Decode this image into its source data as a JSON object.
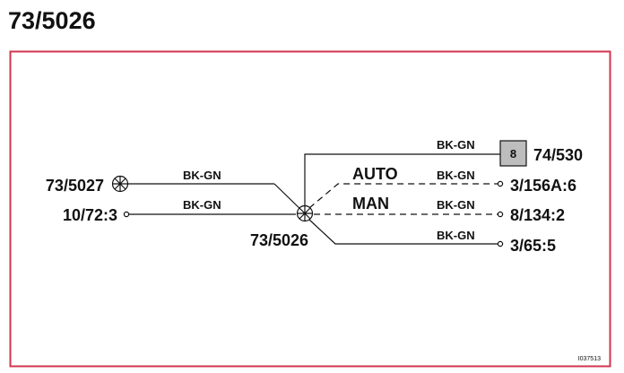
{
  "page": {
    "title": "73/5026"
  },
  "diagram": {
    "frame_color": "#d2344e",
    "line_color": "#111111",
    "connector_fill": "#bdbdbd",
    "left": {
      "ground_label": "73/5027",
      "terminal_label": "10/72:3"
    },
    "center": {
      "splice_label": "73/5026"
    },
    "wires": {
      "top_left": "BK-GN",
      "bottom_left": "BK-GN",
      "right_1": "BK-GN",
      "right_2": "BK-GN",
      "right_3": "BK-GN",
      "right_4": "BK-GN"
    },
    "modes": {
      "auto": "AUTO",
      "man": "MAN"
    },
    "right": {
      "connector_pin": "8",
      "connector_label": "74/530",
      "terminal_1": "3/156A:6",
      "terminal_2": "8/134:2",
      "terminal_3": "3/65:5"
    },
    "reference": "I037513"
  }
}
